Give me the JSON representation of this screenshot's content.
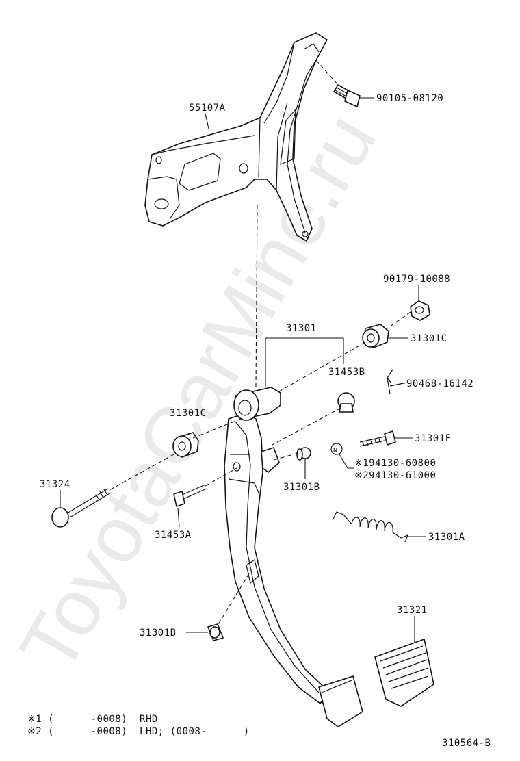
{
  "watermark": "ToyotaCarMine.ru",
  "parts": {
    "p55107A": "55107A",
    "p90105": "90105-08120",
    "p90179": "90179-10088",
    "p31301": "31301",
    "p31301C_r": "31301C",
    "p31453B": "31453B",
    "p90468": "90468-16142",
    "p31301C_l": "31301C",
    "p31301F": "31301F",
    "n_mark": "N",
    "p94130_1": "※194130-60800",
    "p94130_2": "※294130-61000",
    "p31324": "31324",
    "p31301B_mid": "31301B",
    "p31453A": "31453A",
    "p31301A": "31301A",
    "p31321": "31321",
    "p31301B_low": "31301B"
  },
  "notes": {
    "note1": "※1 (      -0008)  RHD",
    "note2": "※2 (      -0008)  LHD; (0008-      )"
  },
  "diagram_id": "310564-B",
  "colors": {
    "line": "#111111",
    "watermark": "#d9d9d9",
    "background": "#ffffff"
  }
}
